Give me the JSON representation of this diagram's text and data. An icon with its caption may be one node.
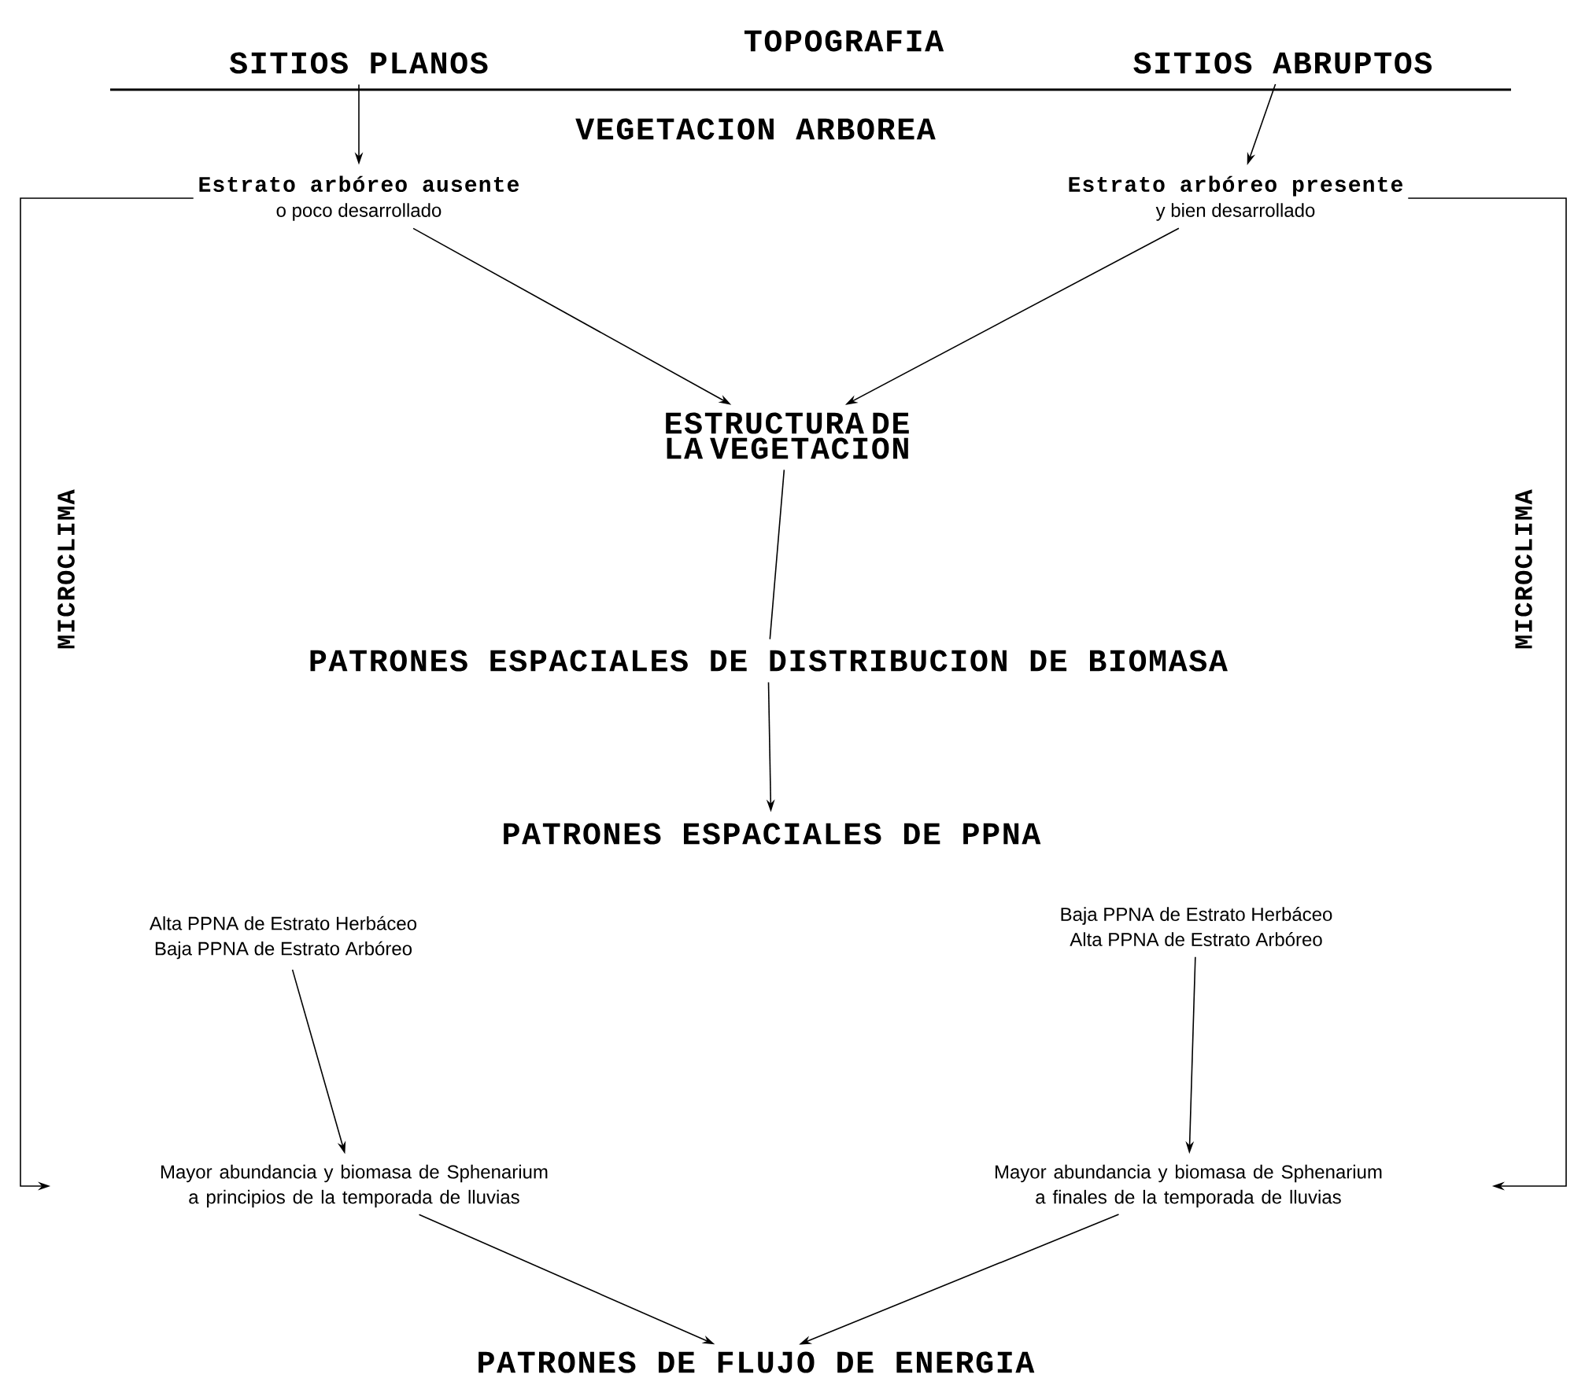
{
  "diagram": {
    "nodes": [
      {
        "text": [
          "SITIOS PLANOS"
        ]
      },
      {
        "text": [
          "SITIOS ABRUPTOS"
        ]
      },
      {
        "text": [
          "Estrato arbóreo ausente",
          "o poco desarrollado"
        ]
      },
      {
        "text": [
          "Estrato arbóreo presente",
          "y bien desarrollado"
        ]
      },
      {
        "text": [
          "ESTRUCTURA DE LA VEGETACION"
        ]
      },
      {
        "text": [
          "PATRONES ESPACIALES DE DISTRIBUCION DE BIOMASA"
        ]
      },
      {
        "text": [
          "PATRONES ESPACIALES DE PPNA"
        ]
      },
      {
        "text": [
          "Alta PPNA de Estrato Herbáceo",
          "Baja PPNA de Estrato Arbóreo"
        ]
      },
      {
        "text": [
          "Baja PPNA de Estrato Herbáceo",
          "Alta PPNA de Estrato Arbóreo"
        ]
      },
      {
        "text": [
          "Mayor abundancia y biomasa de Sphenarium a principios de la temporada de lluvias"
        ]
      },
      {
        "text": [
          "Mayor abundancia y biomasa de Sphenarium a finales de la temporada de lluvias"
        ]
      },
      {
        "text": [
          "PATRONES DE FLUJO DE ENERGIA"
        ]
      }
    ],
    "edges": [
      {
        "from": 0,
        "to": 2,
        "arrow": "to"
      },
      {
        "from": 1,
        "to": 3,
        "arrow": "to"
      },
      {
        "from": 2,
        "to": 4,
        "arrow": "to"
      },
      {
        "from": 3,
        "to": 4,
        "arrow": "to"
      },
      {
        "from": 4,
        "to": 5,
        "arrow": "none"
      },
      {
        "from": 5,
        "to": 6,
        "arrow": "to"
      },
      {
        "from": 7,
        "to": 9,
        "arrow": "to"
      },
      {
        "from": 8,
        "to": 10,
        "arrow": "to"
      },
      {
        "from": 9,
        "to": 11,
        "arrow": "to"
      },
      {
        "from": 10,
        "to": 11,
        "arrow": "to"
      },
      {
        "from": 2,
        "to": 9,
        "arrow": "to",
        "label": "MICROCLIMA"
      },
      {
        "from": 3,
        "to": 10,
        "arrow": "to",
        "label": "MICROCLIMA"
      }
    ],
    "labels": [
      "TOPOGRAFIA",
      "VEGETACION ARBOREA"
    ]
  }
}
